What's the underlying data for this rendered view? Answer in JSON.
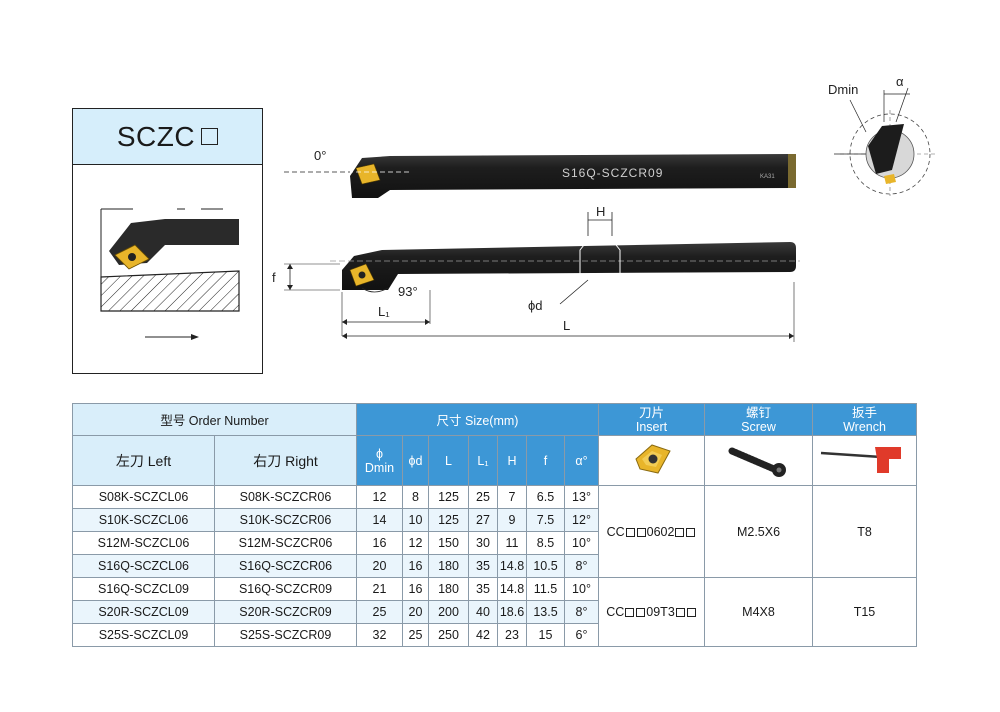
{
  "title": {
    "model": "SCZC"
  },
  "drawing": {
    "angle_zero": "0°",
    "angle_93": "93°",
    "dim_H": "H",
    "dim_f": "f",
    "dim_L1": "L₁",
    "dim_L": "L",
    "dim_phid": "ϕd",
    "bar_marking": "S16Q-SCZCR09",
    "bar_marking_small": "KA31",
    "detail_dmin": "Dmin",
    "detail_alpha": "α"
  },
  "table": {
    "header": {
      "order_number": "型号 Order Number",
      "left": "左刀 Left",
      "right": "右刀 Right",
      "size": "尺寸 Size(mm)",
      "phi": "ϕ",
      "dmin": "Dmin",
      "phid": "ϕd",
      "L": "L",
      "L1": "L₁",
      "H": "H",
      "f": "f",
      "alpha": "α°",
      "insert_cn": "刀片",
      "insert_en": "Insert",
      "screw_cn": "螺钉",
      "screw_en": "Screw",
      "wrench_cn": "扳手",
      "wrench_en": "Wrench"
    },
    "rows": [
      {
        "left": "S08K-SCZCL06",
        "right": "S08K-SCZCR06",
        "dmin": "12",
        "d": "8",
        "L": "125",
        "L1": "25",
        "H": "7",
        "f": "6.5",
        "alpha": "13°"
      },
      {
        "left": "S10K-SCZCL06",
        "right": "S10K-SCZCR06",
        "dmin": "14",
        "d": "10",
        "L": "125",
        "L1": "27",
        "H": "9",
        "f": "7.5",
        "alpha": "12°"
      },
      {
        "left": "S12M-SCZCL06",
        "right": "S12M-SCZCR06",
        "dmin": "16",
        "d": "12",
        "L": "150",
        "L1": "30",
        "H": "11",
        "f": "8.5",
        "alpha": "10°"
      },
      {
        "left": "S16Q-SCZCL06",
        "right": "S16Q-SCZCR06",
        "dmin": "20",
        "d": "16",
        "L": "180",
        "L1": "35",
        "H": "14.8",
        "f": "10.5",
        "alpha": "8°"
      },
      {
        "left": "S16Q-SCZCL09",
        "right": "S16Q-SCZCR09",
        "dmin": "21",
        "d": "16",
        "L": "180",
        "L1": "35",
        "H": "14.8",
        "f": "11.5",
        "alpha": "10°"
      },
      {
        "left": "S20R-SCZCL09",
        "right": "S20R-SCZCR09",
        "dmin": "25",
        "d": "20",
        "L": "200",
        "L1": "40",
        "H": "18.6",
        "f": "13.5",
        "alpha": "8°"
      },
      {
        "left": "S25S-SCZCL09",
        "right": "S25S-SCZCR09",
        "dmin": "32",
        "d": "25",
        "L": "250",
        "L1": "42",
        "H": "23",
        "f": "15",
        "alpha": "6°"
      }
    ],
    "groups": [
      {
        "insert_prefix": "CC",
        "insert_code": "0602",
        "screw": "M2.5X6",
        "wrench": "T8"
      },
      {
        "insert_prefix": "CC",
        "insert_code": "09T3",
        "screw": "M4X8",
        "wrench": "T15"
      }
    ]
  },
  "colors": {
    "header_blue": "#3d97d6",
    "header_light": "#d9eefa",
    "row_alt": "#eaf5fc",
    "insert_gold": "#e8b52a",
    "wrench_red": "#e03a2a"
  }
}
